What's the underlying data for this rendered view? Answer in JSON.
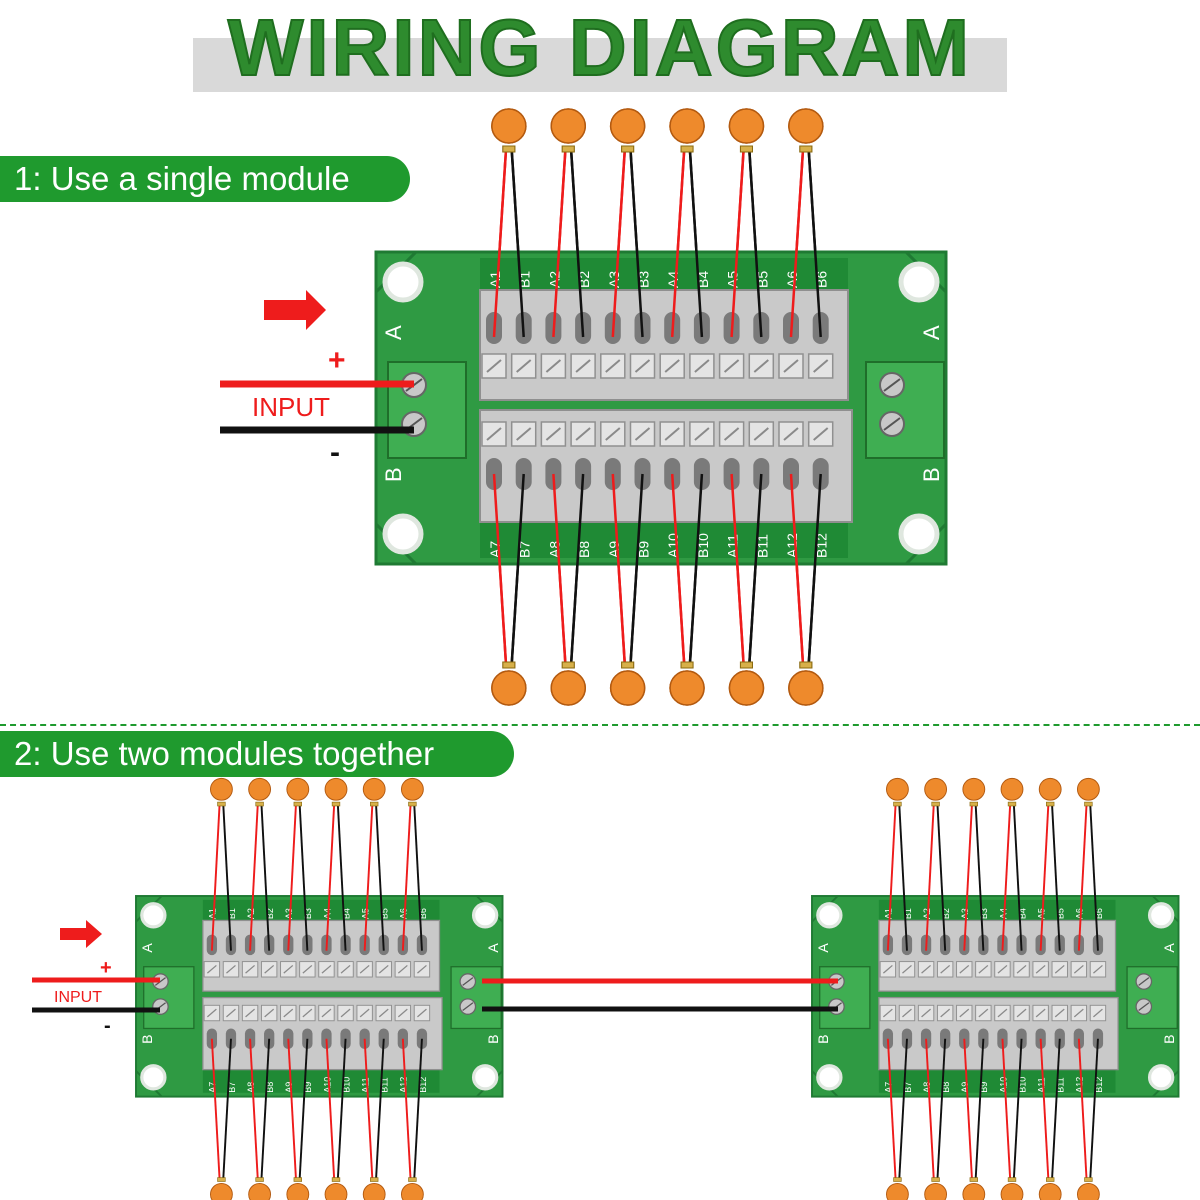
{
  "title": "WIRING DIAGRAM",
  "steps": [
    {
      "label": "1: Use a single module"
    },
    {
      "label": "2: Use two modules together"
    }
  ],
  "input": {
    "label": "INPUT",
    "plus": "+",
    "minus": "-"
  },
  "module": {
    "top_labels": [
      "A1",
      "B1",
      "A2",
      "B2",
      "A3",
      "B3",
      "A4",
      "B4",
      "A5",
      "B5",
      "A6",
      "B6"
    ],
    "bottom_labels": [
      "A7",
      "B7",
      "A8",
      "B8",
      "A9",
      "B9",
      "A10",
      "B10",
      "A11",
      "B11",
      "A12",
      "B12"
    ],
    "rail_a": "A",
    "rail_b": "B"
  },
  "colors": {
    "title": "#2e8b2e",
    "step_bg": "#1f9a2e",
    "pcb": "#2f9a43",
    "pcb_dark": "#1f7a33",
    "terminal": "#c9c9c9",
    "sensor": "#ee8a2c",
    "wire_pos": "#ee1c1c",
    "wire_neg": "#111111"
  }
}
